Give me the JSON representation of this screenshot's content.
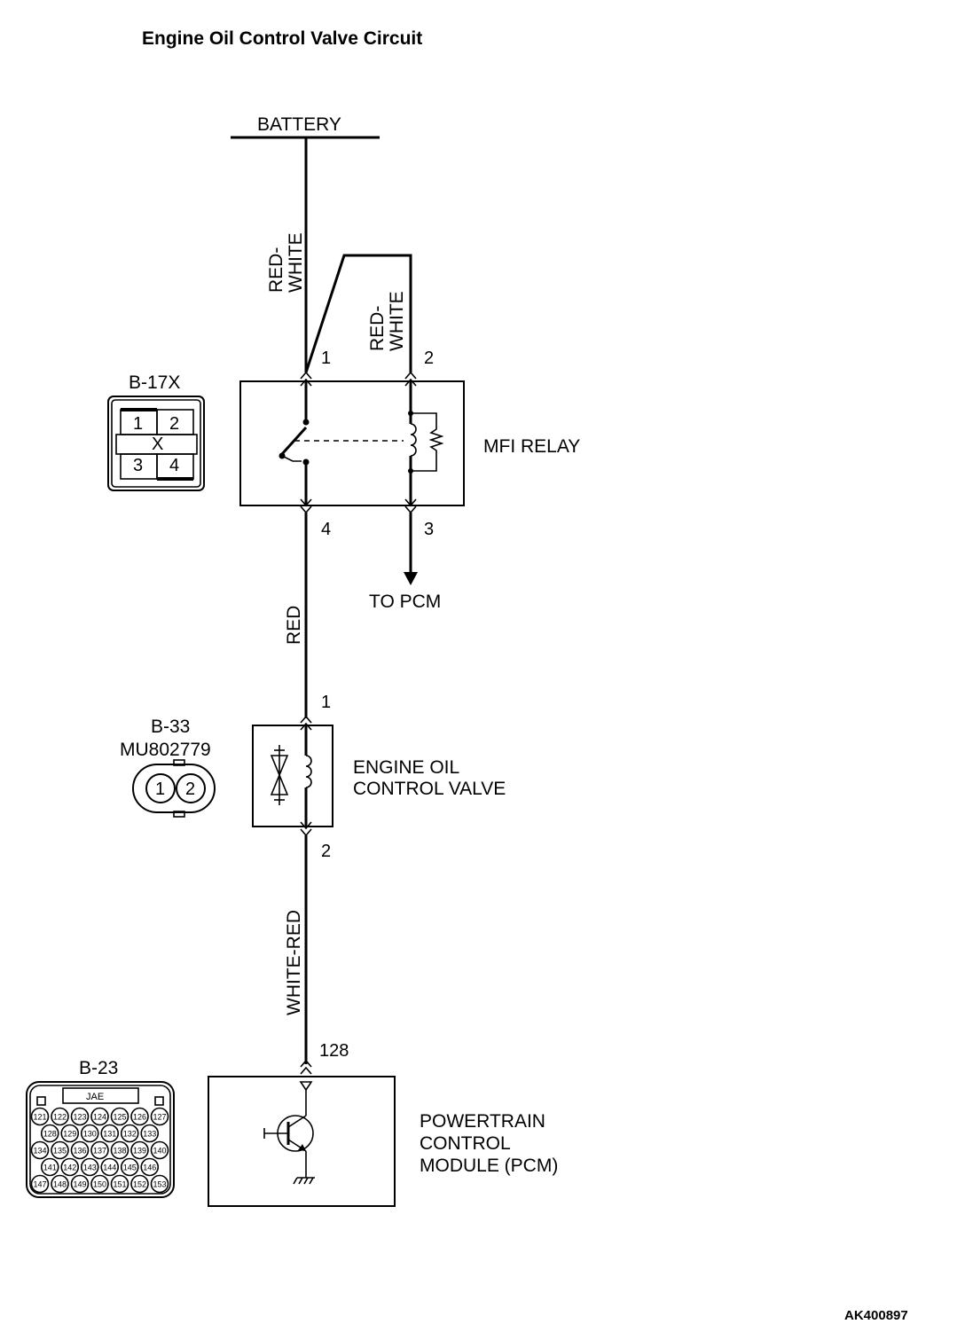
{
  "title": "Engine Oil Control Valve Circuit",
  "figure_id": "AK400897",
  "battery": {
    "label": "BATTERY"
  },
  "wires": {
    "battery_to_relay": "RED-\nWHITE",
    "battery_to_relay_2": "RED-\nWHITE",
    "relay_to_valve": "RED",
    "valve_to_pcm": "WHITE-RED"
  },
  "mfi_relay": {
    "label": "MFI RELAY",
    "connector": "B-17X",
    "pins": {
      "p1": "1",
      "p2": "2",
      "p3": "3",
      "p4": "4"
    },
    "connector_pins": [
      "1",
      "2",
      "3",
      "4"
    ],
    "connector_mark": "X",
    "to_pcm": "TO PCM"
  },
  "valve": {
    "label_line1": "ENGINE OIL",
    "label_line2": "CONTROL VALVE",
    "connector": "B-33",
    "part_no": "MU802779",
    "pins": {
      "p1": "1",
      "p2": "2"
    },
    "connector_pins": [
      "1",
      "2"
    ]
  },
  "pcm": {
    "label_line1": "POWERTRAIN",
    "label_line2": "CONTROL",
    "label_line3": "MODULE (PCM)",
    "pin": "128",
    "connector": "B-23",
    "connector_maker": "JAE",
    "connector_rows": [
      [
        "121",
        "122",
        "123",
        "124",
        "125",
        "126",
        "127"
      ],
      [
        "128",
        "129",
        "130",
        "131",
        "132",
        "133"
      ],
      [
        "134",
        "135",
        "136",
        "137",
        "138",
        "139",
        "140"
      ],
      [
        "141",
        "142",
        "143",
        "144",
        "145",
        "146"
      ],
      [
        "147",
        "148",
        "149",
        "150",
        "151",
        "152",
        "153"
      ]
    ]
  }
}
